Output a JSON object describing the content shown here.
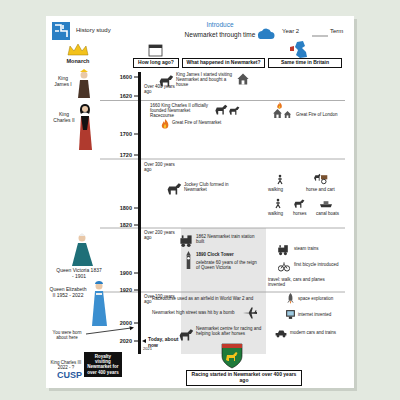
{
  "diagram": {
    "title": "Newmarket through time",
    "nodes": [
      {
        "text": [
          "How long ago?"
        ]
      },
      {
        "text": [
          "What happened in Newmarket?"
        ]
      },
      {
        "text": [
          "Same time in Britain"
        ]
      },
      {
        "text": [
          "Royalty visiting Newmarket for over 400 years"
        ]
      },
      {
        "text": [
          "Racing started in Newmarket over 400 years ago"
        ]
      }
    ],
    "labels": [
      "History study",
      "Introduce",
      "Year 2",
      "Term",
      "Monarch",
      "King James I",
      "King Charles II",
      "Queen Victoria 1837 - 1901",
      "Queen Elizabeth II 1952 - 2022",
      "You were born about here",
      "King Charles III 2022 - ?",
      "1600",
      "1620",
      "1700",
      "1720",
      "1800",
      "1820",
      "1900",
      "1920",
      "2000",
      "2020",
      "Over 400 years ago",
      "Over 300 years ago",
      "Over 200 years ago",
      "Over 100 years ago",
      "Today, about now",
      "2021",
      "King James I started visiting Newmarket and bought a house",
      "1660 King Charles II officially founded Newmarket Racecourse",
      "Great Fire of Newmarket",
      "Jockey Club formed in Newmarket",
      "1862 Newmarket train station built",
      "1890 Clock Tower",
      "celebrate 60 years of the reign of Queen Victoria",
      "Racecourse used as an airfield in World War 2 and",
      "Newmarket high street was hit by a bomb",
      "Newmarket centre for racing and helping look after horses",
      "Great Fire of London",
      "walking",
      "horse and cart",
      "walking",
      "horses",
      "canal boats",
      "steam trains",
      "first bicycle introduced",
      "travel: walk, cars and planes invented",
      "space exploration",
      "internet invented",
      "modern cars and trains",
      "CUSP"
    ]
  }
}
